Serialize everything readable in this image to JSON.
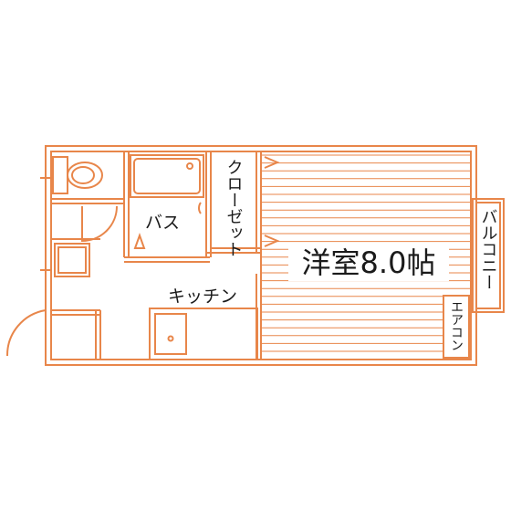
{
  "rooms": {
    "western_room": "洋室8.0帖",
    "kitchen": "キッチン",
    "bath": "バス",
    "closet": "クローゼット",
    "balcony": "バルコニー",
    "aircon": "エアコン"
  },
  "colors": {
    "wall": "#e8864a",
    "wall_fill": "#ffffff",
    "text": "#1a1a1a"
  }
}
